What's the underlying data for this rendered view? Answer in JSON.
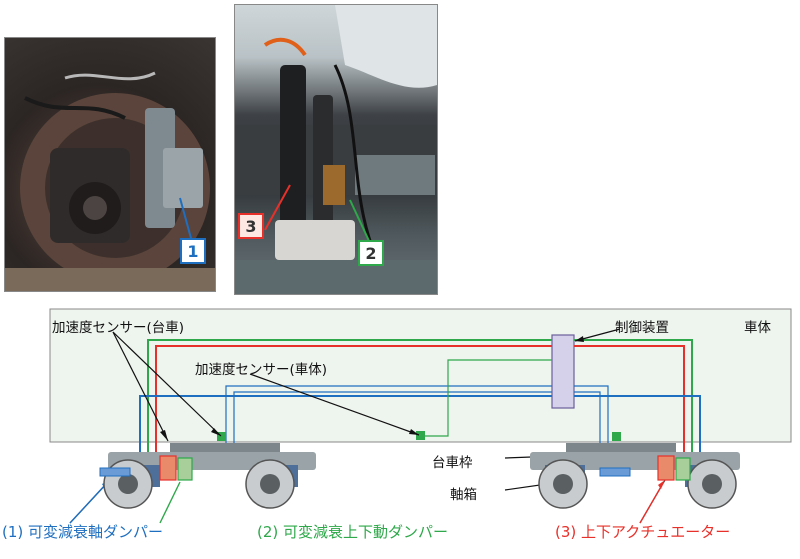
{
  "photos": {
    "left_label": "1",
    "right_label_actuator": "3",
    "right_label_damper": "2"
  },
  "diagram": {
    "body_label": "車体",
    "control_unit_label": "制御装置",
    "accel_bogie_label": "加速度センサー(台車)",
    "accel_body_label": "加速度センサー(車体)",
    "bogie_frame_label": "台車枠",
    "axle_box_label": "軸箱"
  },
  "legend": {
    "item1": "(1) 可変減衰軸ダンパー",
    "item2": "(2) 可変減衰上下動ダンパー",
    "item3": "(3) 上下アクチュエーター"
  },
  "colors": {
    "blue": "#1f6fc0",
    "green": "#2ea84a",
    "red": "#e8302a",
    "body_fill": "#eef4ee",
    "control_fill": "#d6d1ea"
  }
}
